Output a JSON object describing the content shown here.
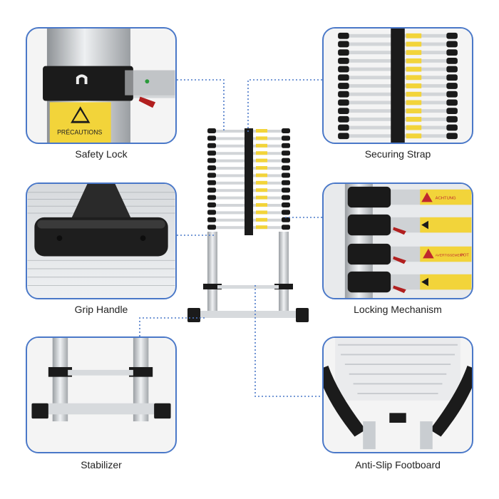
{
  "features": {
    "safety_lock": {
      "label": "Safety Lock",
      "caption": "PRÉCAUTIONS"
    },
    "securing_strap": {
      "label": "Securing Strap"
    },
    "grip_handle": {
      "label": "Grip Handle"
    },
    "locking_mechanism": {
      "label": "Locking Mechanism",
      "stickers": [
        "ACHTUNG",
        "AVERTISSEMENT",
        "POT"
      ]
    },
    "stabilizer": {
      "label": "Stabilizer"
    },
    "anti_slip_footboard": {
      "label": "Anti-Slip Footboard"
    }
  },
  "colors": {
    "panel_border": "#4a78c8",
    "connector": "#4a78c8",
    "rung_black": "#1a1a1a",
    "aluminum": "#c9cdd1",
    "warning_yellow": "#f2d43a"
  }
}
